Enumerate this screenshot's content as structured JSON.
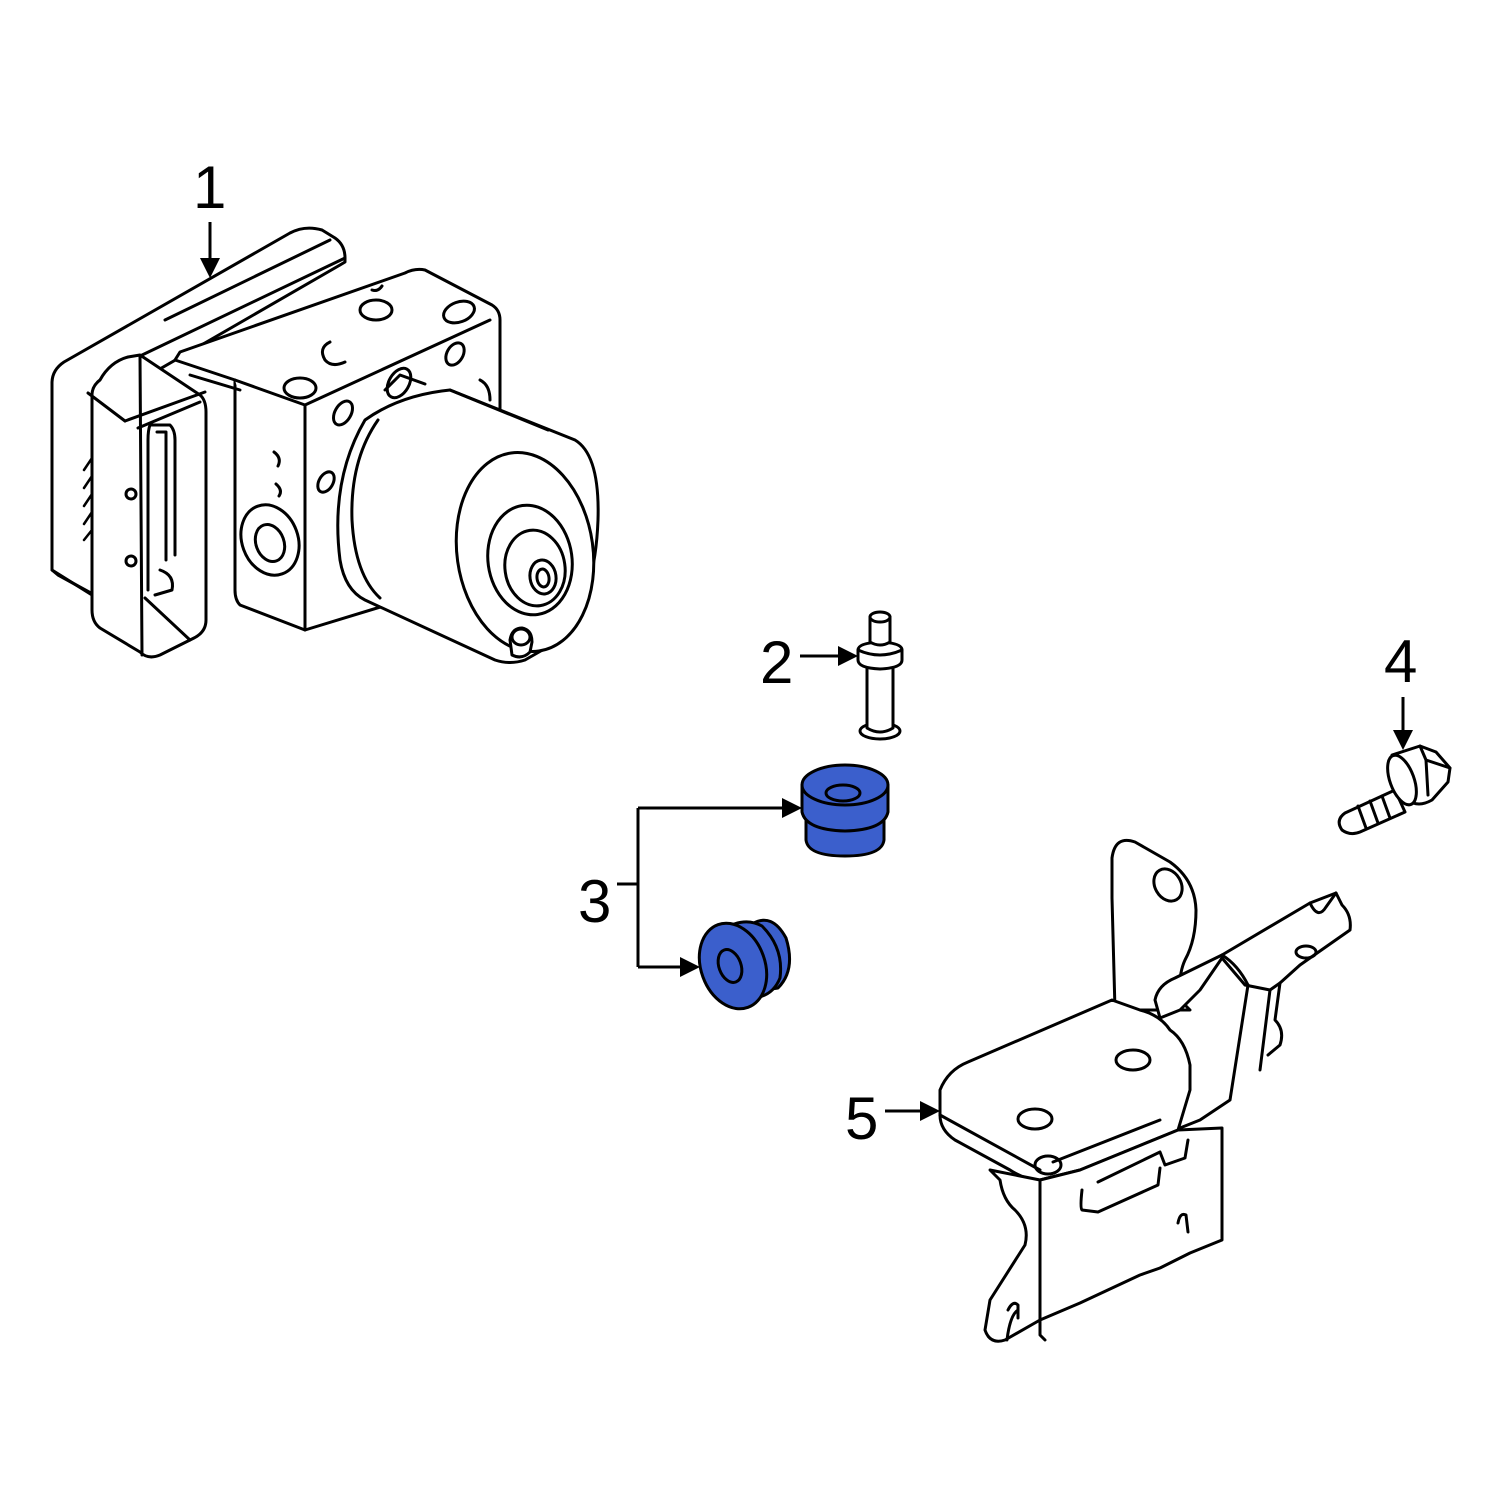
{
  "diagram": {
    "type": "exploded-parts-diagram",
    "subject": "ABS modulator assembly with mounting bracket",
    "highlight_color": "#3B5FCC",
    "line_color": "#000000",
    "background": "#FFFFFF",
    "callouts": [
      {
        "number": "1",
        "part": "ABS hydraulic unit / modulator",
        "highlighted": false
      },
      {
        "number": "2",
        "part": "mounting stud pin",
        "highlighted": false
      },
      {
        "number": "3",
        "part": "rubber grommets / insulators (x2)",
        "highlighted": true
      },
      {
        "number": "4",
        "part": "flange bolt",
        "highlighted": false
      },
      {
        "number": "5",
        "part": "mounting bracket",
        "highlighted": false
      }
    ]
  }
}
